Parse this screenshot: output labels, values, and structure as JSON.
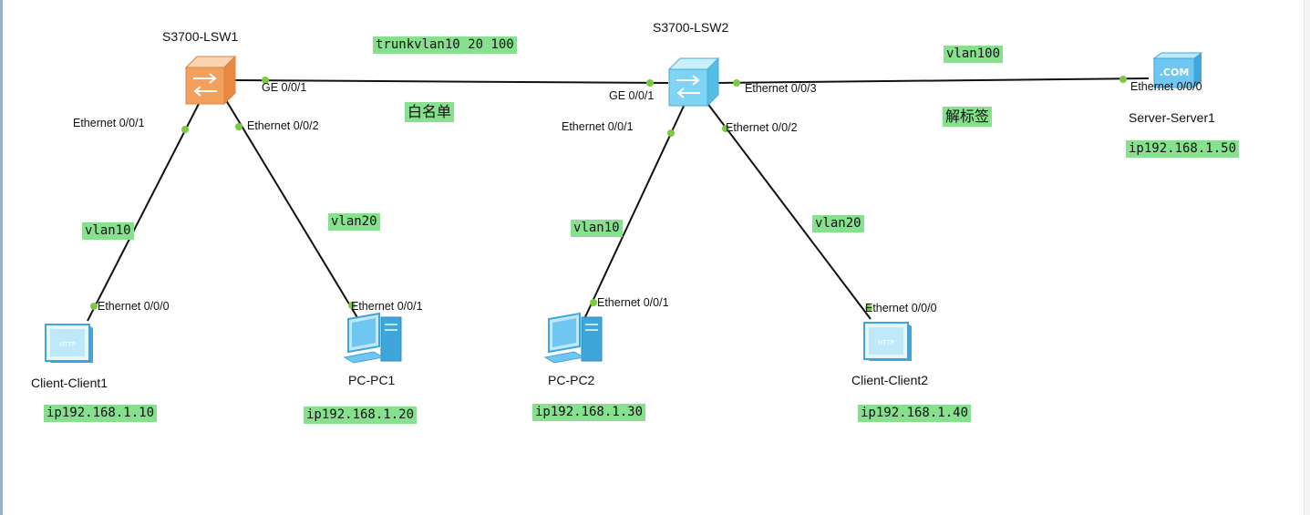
{
  "colors": {
    "link": "#111111",
    "port_dot": "#7ac943",
    "note_bg": "#86e08e",
    "switch1": "#f3a05d",
    "switch2": "#7fd4f5",
    "host": "#6ec6f1"
  },
  "devices": {
    "lsw1": {
      "label": "S3700-LSW1",
      "icon": "switch-icon"
    },
    "lsw2": {
      "label": "S3700-LSW2",
      "icon": "switch-icon"
    },
    "client1": {
      "label": "Client-Client1",
      "icon": "http-client-icon"
    },
    "pc1": {
      "label": "PC-PC1",
      "icon": "pc-icon"
    },
    "pc2": {
      "label": "PC-PC2",
      "icon": "pc-icon"
    },
    "client2": {
      "label": "Client-Client2",
      "icon": "http-client-icon"
    },
    "server1": {
      "label": "Server-Server1",
      "icon": "server-com-icon"
    }
  },
  "ports": {
    "lsw1_ge001": "GE 0/0/1",
    "lsw1_eth001": "Ethernet 0/0/1",
    "lsw1_eth002": "Ethernet 0/0/2",
    "lsw2_ge001": "GE 0/0/1",
    "lsw2_eth003": "Ethernet 0/0/3",
    "lsw2_eth001": "Ethernet 0/0/1",
    "lsw2_eth002": "Ethernet 0/0/2",
    "server1_eth000": "Ethernet 0/0/0",
    "client1_eth000": "Ethernet 0/0/0",
    "pc1_eth001": "Ethernet 0/0/1",
    "pc2_eth001": "Ethernet 0/0/1",
    "client2_eth000": "Ethernet 0/0/0"
  },
  "notes": {
    "trunk": "trunkvlan10 20 100",
    "whitelist": "白名单",
    "vlan100": "vlan100",
    "untag": "解标签",
    "server_ip": "ip192.168.1.50",
    "vlan10_left": "vlan10",
    "vlan20_left": "vlan20",
    "vlan10_right": "vlan10",
    "vlan20_right": "vlan20",
    "client1_ip": "ip192.168.1.10",
    "pc1_ip": "ip192.168.1.20",
    "pc2_ip": "ip192.168.1.30",
    "client2_ip": "ip192.168.1.40"
  }
}
